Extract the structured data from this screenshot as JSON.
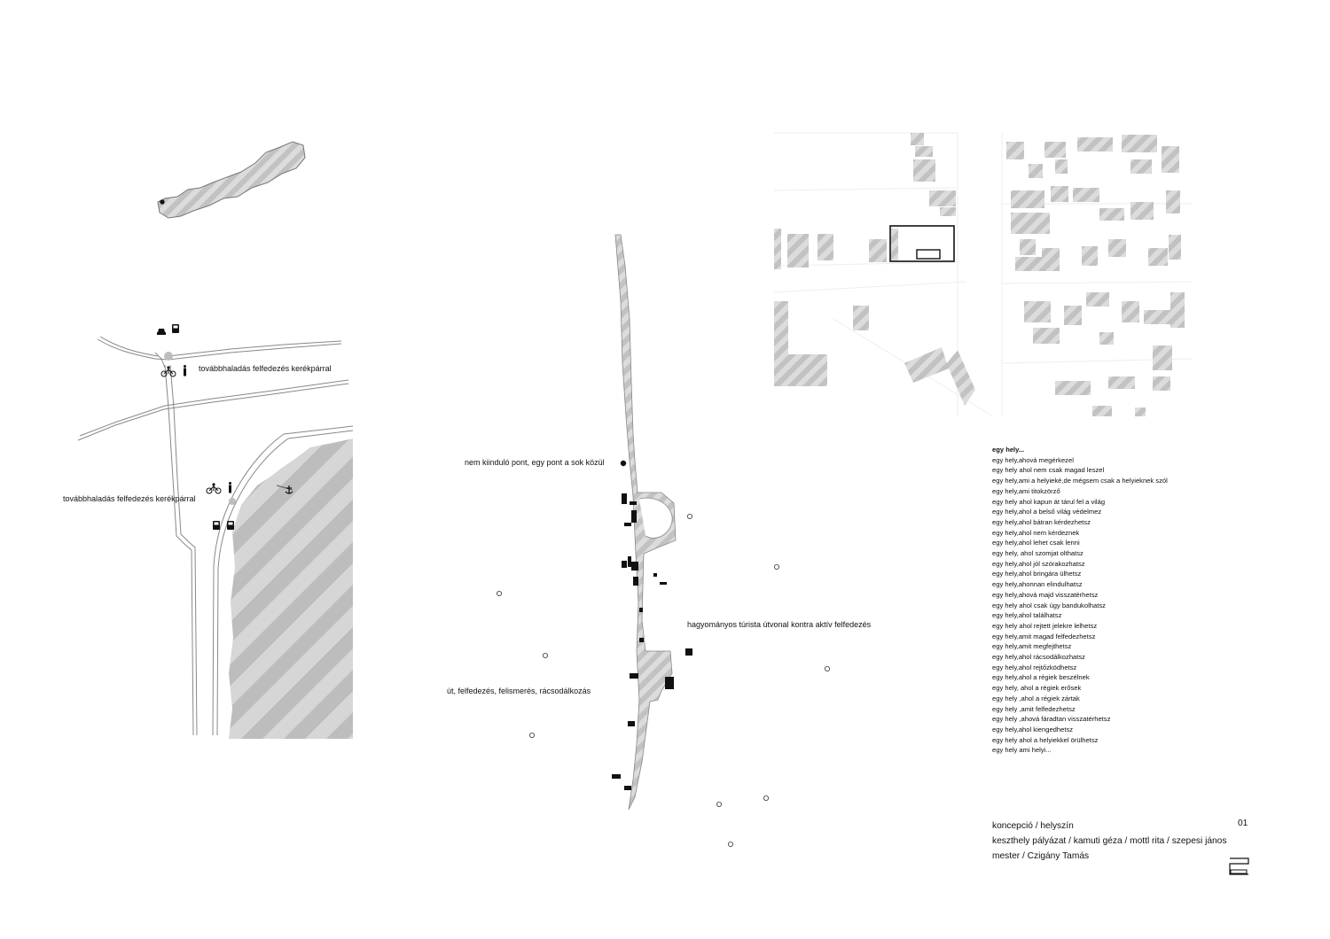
{
  "map_labels": {
    "left_upper": "továbbhaladás felfedezés kerékpárral",
    "left_lower": "továbbhaladás felfedezés kerékpárral",
    "start_point": "nem kiinduló pont, egy pont a sok közül",
    "tourist_route": "hagyományos túrista útvonal kontra aktív felfedezés",
    "path": "út, felfedezés, felismerés, rácsodálkozás"
  },
  "icons": [
    "car-icon",
    "bus-icon",
    "bicycle-icon",
    "pedestrian-icon",
    "anchor-icon"
  ],
  "poem": {
    "heading": "egy hely...",
    "lines": [
      "egy hely,ahová megérkezel",
      "egy hely ahol nem csak magad leszel",
      "egy hely,ami a helyieké,de mégsem csak a helyieknek szól",
      "egy hely,ami titokzörző",
      "egy hely ahol kapun át tárul fel a világ",
      "egy hely,ahol a belső világ védelmez",
      "egy hely,ahol bátran kérdezhetsz",
      "egy hely,ahol nem kérdeznek",
      "egy hely,ahol lehet csak lenni",
      "egy hely, ahol szomjat olthatsz",
      "egy hely,ahol jól szórakozhatsz",
      "egy hely,ahol bringára ülhetsz",
      "egy hely,ahonnan elindulhatsz",
      "egy hely,ahová majd visszatérhetsz",
      "egy hely ahol csak úgy bandukolhatsz",
      "egy hely,ahol találhatsz",
      "egy hely ahol rejtett jelekre lelhetsz",
      "egy hely,amit magad felfedezhetsz",
      "egy hely,amit megfejthetsz",
      "egy hely,ahol rácsodálkozhatsz",
      "egy hely,ahol rejtőzködhetsz",
      "egy hely,ahol a  régiek beszélnek",
      "egy hely, ahol a régiek erősek",
      "egy hely ,ahol a régiek zártak",
      "egy hely ,amit felfedezhetsz",
      "egy hely ,ahová fáradtan visszatérhetsz",
      "egy hely,ahol kiengedhetsz",
      "egy hely ahol a helyiekkel örülhetsz",
      "egy hely ami helyi..."
    ]
  },
  "footer": {
    "line1": "koncepció / helyszín",
    "page_number": "01",
    "line2": "keszthely pályázat / kamuti géza / mottl rita / szepesi jános",
    "line3": "mester / Czigány Tamás"
  },
  "colors": {
    "water_gray": "#c8c8c8",
    "building_gray": "#bdbdbd",
    "ink": "#111111",
    "road_outline": "#888888"
  }
}
